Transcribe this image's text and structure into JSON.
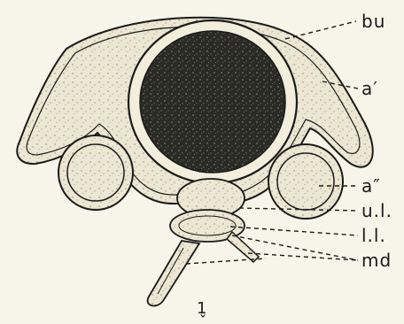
{
  "figure": {
    "background": "#f7f4e9",
    "ink": "#1a1a1a",
    "labels": {
      "bu": "bu",
      "a_prime": "a′",
      "a_double_prime": "a″",
      "ul": "u.l.",
      "ll": "l.l.",
      "md": "md",
      "caption": "1̬"
    }
  }
}
